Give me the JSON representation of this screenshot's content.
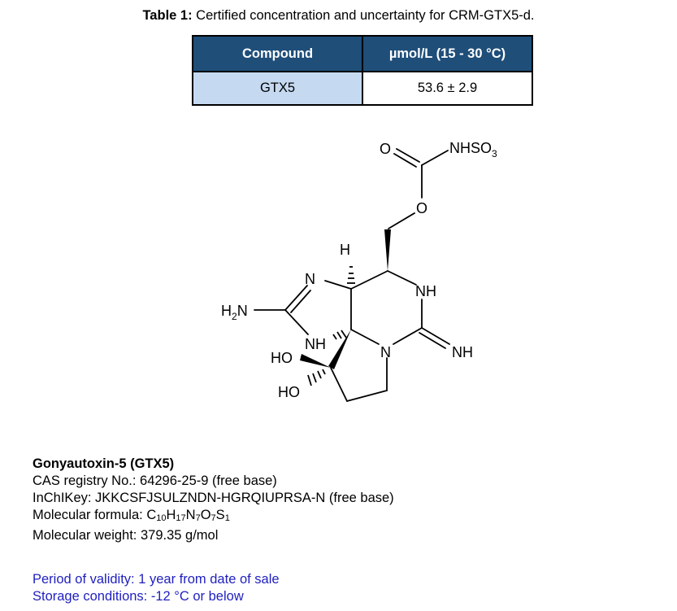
{
  "table": {
    "caption_label": "Table 1:",
    "caption_text": " Certified concentration and uncertainty for CRM-GTX5-d.",
    "headers": [
      "Compound",
      "µmol/L (15 - 30 °C)"
    ],
    "rows": [
      [
        "GTX5",
        "53.6 ± 2.9"
      ]
    ]
  },
  "structure_labels": {
    "o_carbonyl": "O",
    "nhso3_prefix": "NHSO",
    "nhso3_sub": "3",
    "o_ester": "O",
    "h": "H",
    "n_ring": "N",
    "nh_top": "NH",
    "h2n_h": "H",
    "h2n_sub": "2",
    "h2n_n": "N",
    "nh_inner": "NH",
    "n_bottom": "N",
    "nh_imine": "NH",
    "ho_1": "HO",
    "ho_2": "HO"
  },
  "compound": {
    "name": "Gonyautoxin-5 (GTX5)",
    "cas": "CAS registry No.: 64296-25-9 (free base)",
    "inchikey": "InChIKey: JKKCSFJSULZNDN-HGRQIUPRSA-N (free base)",
    "formula_label": "Molecular formula: ",
    "formula_parts": [
      "C",
      "10",
      "H",
      "17",
      "N",
      "7",
      "O",
      "7",
      "S",
      "1"
    ],
    "weight": "Molecular weight: 379.35 g/mol"
  },
  "validity": {
    "period": "Period of validity: 1 year from date of sale",
    "storage": "Storage conditions: -12 °C or below"
  }
}
